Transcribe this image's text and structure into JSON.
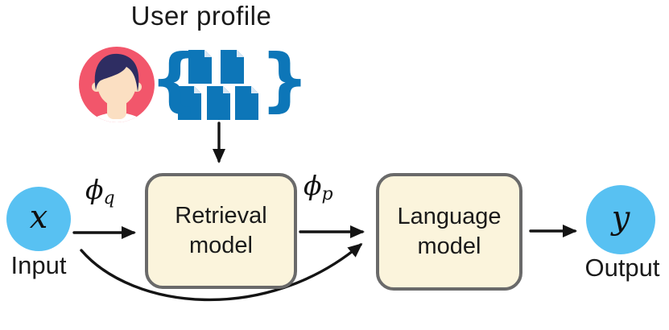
{
  "header": {
    "title": "User profile"
  },
  "profile": {
    "avatar_icon": "user-avatar-icon",
    "documents_icon": "document-icon",
    "documents_count": 5,
    "brace_left": "{",
    "brace_right": "}"
  },
  "nodes": {
    "input": {
      "symbol": "x",
      "label": "Input"
    },
    "output": {
      "symbol": "y",
      "label": "Output"
    }
  },
  "boxes": {
    "retrieval": {
      "line1": "Retrieval",
      "line2": "model"
    },
    "language": {
      "line1": "Language",
      "line2": "model"
    }
  },
  "edge_labels": {
    "phi_q": {
      "symbol": "ϕ",
      "subscript": "q"
    },
    "phi_p": {
      "symbol": "ϕ",
      "subscript": "p"
    }
  },
  "colors": {
    "node_fill": "#58C1F2",
    "box_fill": "#FBF4DC",
    "box_border": "#6A6A6A",
    "doc_blue": "#0D76B8",
    "doc_fold": "#D9E8F5",
    "avatar_bg": "#F2566B",
    "avatar_hair": "#2E2D62",
    "avatar_skin": "#FBDFC2",
    "avatar_shirt": "#FFFFFF",
    "arrow": "#141414",
    "text": "#1A1A1A"
  }
}
